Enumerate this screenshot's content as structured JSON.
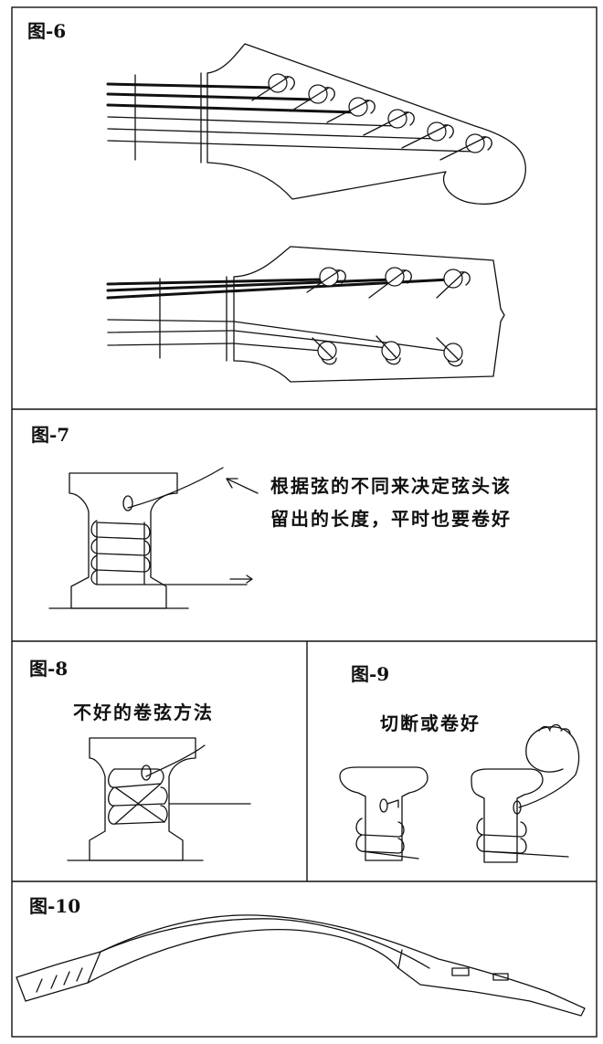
{
  "figures": {
    "fig6": {
      "label": "图-6"
    },
    "fig7": {
      "label": "图-7",
      "note_line1": "根据弦的不同来决定弦头该",
      "note_line2": "留出的长度，平时也要卷好"
    },
    "fig8": {
      "label": "图-8",
      "caption": "不好的卷弦方法"
    },
    "fig9": {
      "label": "图-9",
      "caption": "切断或卷好"
    },
    "fig10": {
      "label": "图-10"
    }
  }
}
